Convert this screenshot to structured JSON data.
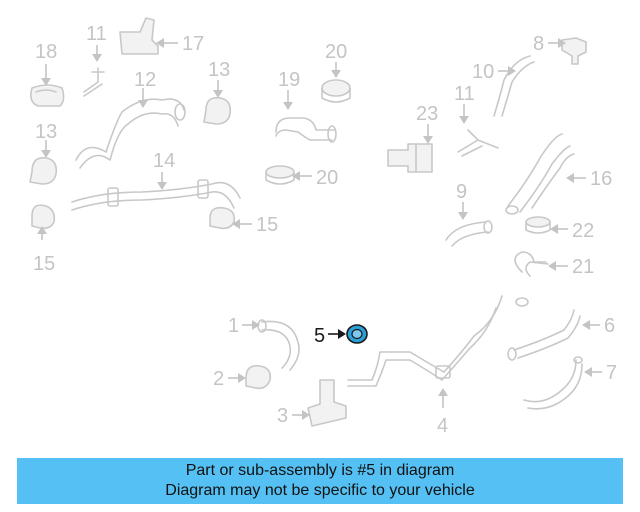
{
  "callouts": {
    "c1": "1",
    "c2": "2",
    "c3": "3",
    "c4": "4",
    "c5": "5",
    "c6": "6",
    "c7": "7",
    "c8": "8",
    "c9": "9",
    "c10": "10",
    "c11a": "11",
    "c11b": "11",
    "c12": "12",
    "c13a": "13",
    "c13b": "13",
    "c14": "14",
    "c15a": "15",
    "c15b": "15",
    "c16": "16",
    "c17": "17",
    "c18": "18",
    "c19": "19",
    "c20a": "20",
    "c20b": "20",
    "c21": "21",
    "c22": "22",
    "c23": "23"
  },
  "highlight_color": "#2a9fd8",
  "banner": {
    "line1": "Part or sub-assembly is #5 in diagram",
    "line2": "Diagram may not be specific to your vehicle",
    "color": "#55c0f3"
  }
}
